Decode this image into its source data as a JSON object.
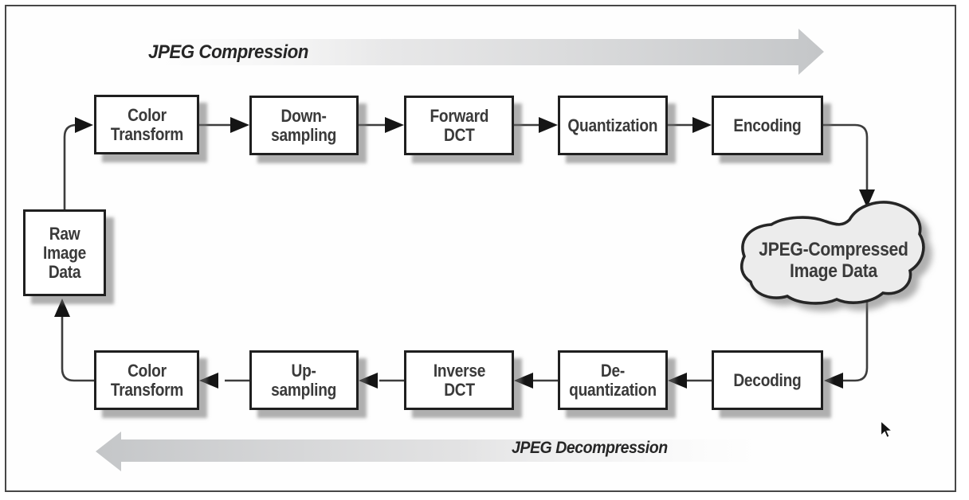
{
  "flow_titles": {
    "compression": "JPEG Compression",
    "decompression": "JPEG Decompression"
  },
  "terminals": {
    "raw_image_data": "Raw\nImage\nData",
    "compressed_image_data": "JPEG-Compressed\nImage Data"
  },
  "compression_steps": [
    {
      "label": "Color\nTransform"
    },
    {
      "label": "Down-\nsampling"
    },
    {
      "label": "Forward\nDCT"
    },
    {
      "label": "Quantization"
    },
    {
      "label": "Encoding"
    }
  ],
  "decompression_steps": [
    {
      "label": "Decoding"
    },
    {
      "label": "De-\nquantization"
    },
    {
      "label": "Inverse\nDCT"
    },
    {
      "label": "Up-\nsampling"
    },
    {
      "label": "Color\nTransform"
    }
  ],
  "colors": {
    "frame_border": "#474747",
    "box_border": "#1f1f1f",
    "box_fill": "#ffffff",
    "blob_fill": "#ececec",
    "connector_line": "#3d3d3d",
    "arrowhead": "#151515",
    "direction_arrow_gray": "#c7c9cb",
    "shadow_gray": "#6e6e6e",
    "text": "#3a3a3a"
  }
}
